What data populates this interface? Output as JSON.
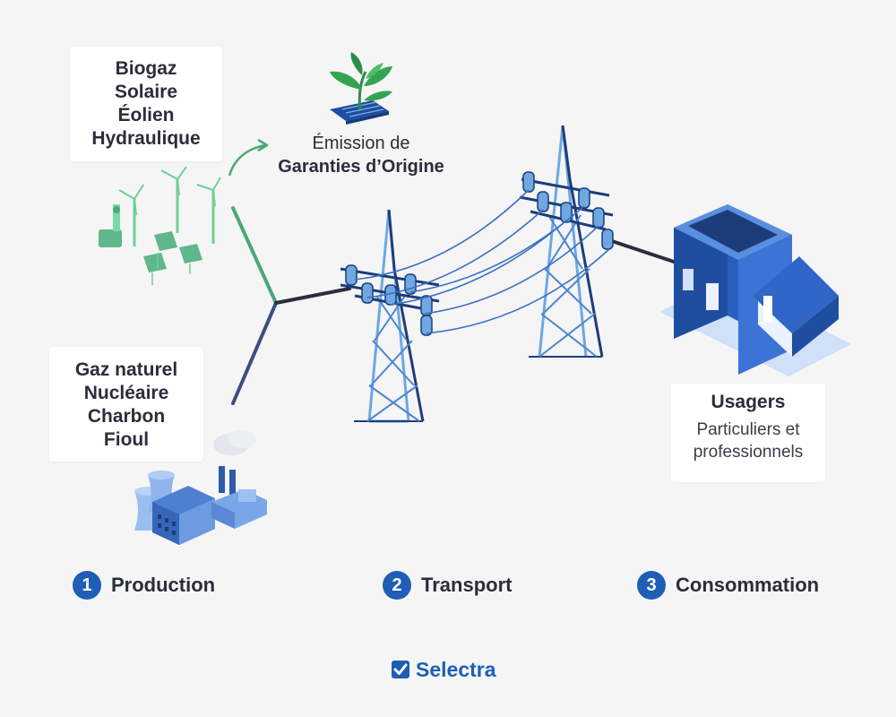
{
  "sources": {
    "renewable": [
      "Biogaz",
      "Solaire",
      "Éolien",
      "Hydraulique"
    ],
    "fossil": [
      "Gaz naturel",
      "Nucléaire",
      "Charbon",
      "Fioul"
    ]
  },
  "emission": {
    "line1": "Émission de",
    "line2": "Garanties d’Origine"
  },
  "users": {
    "title": "Usagers",
    "subtitle_line1": "Particuliers et",
    "subtitle_line2": "professionnels"
  },
  "steps": [
    {
      "number": "1",
      "label": "Production"
    },
    {
      "number": "2",
      "label": "Transport"
    },
    {
      "number": "3",
      "label": "Consommation"
    }
  ],
  "brand": {
    "name": "Selectra"
  },
  "colors": {
    "accent_blue": "#1f5eb4",
    "renewable_green": "#4aa77a",
    "fossil_blue": "#3a4f80",
    "tower_dark": "#1d3d7a",
    "tower_light": "#6fa8e0",
    "background": "#f5f5f6"
  }
}
